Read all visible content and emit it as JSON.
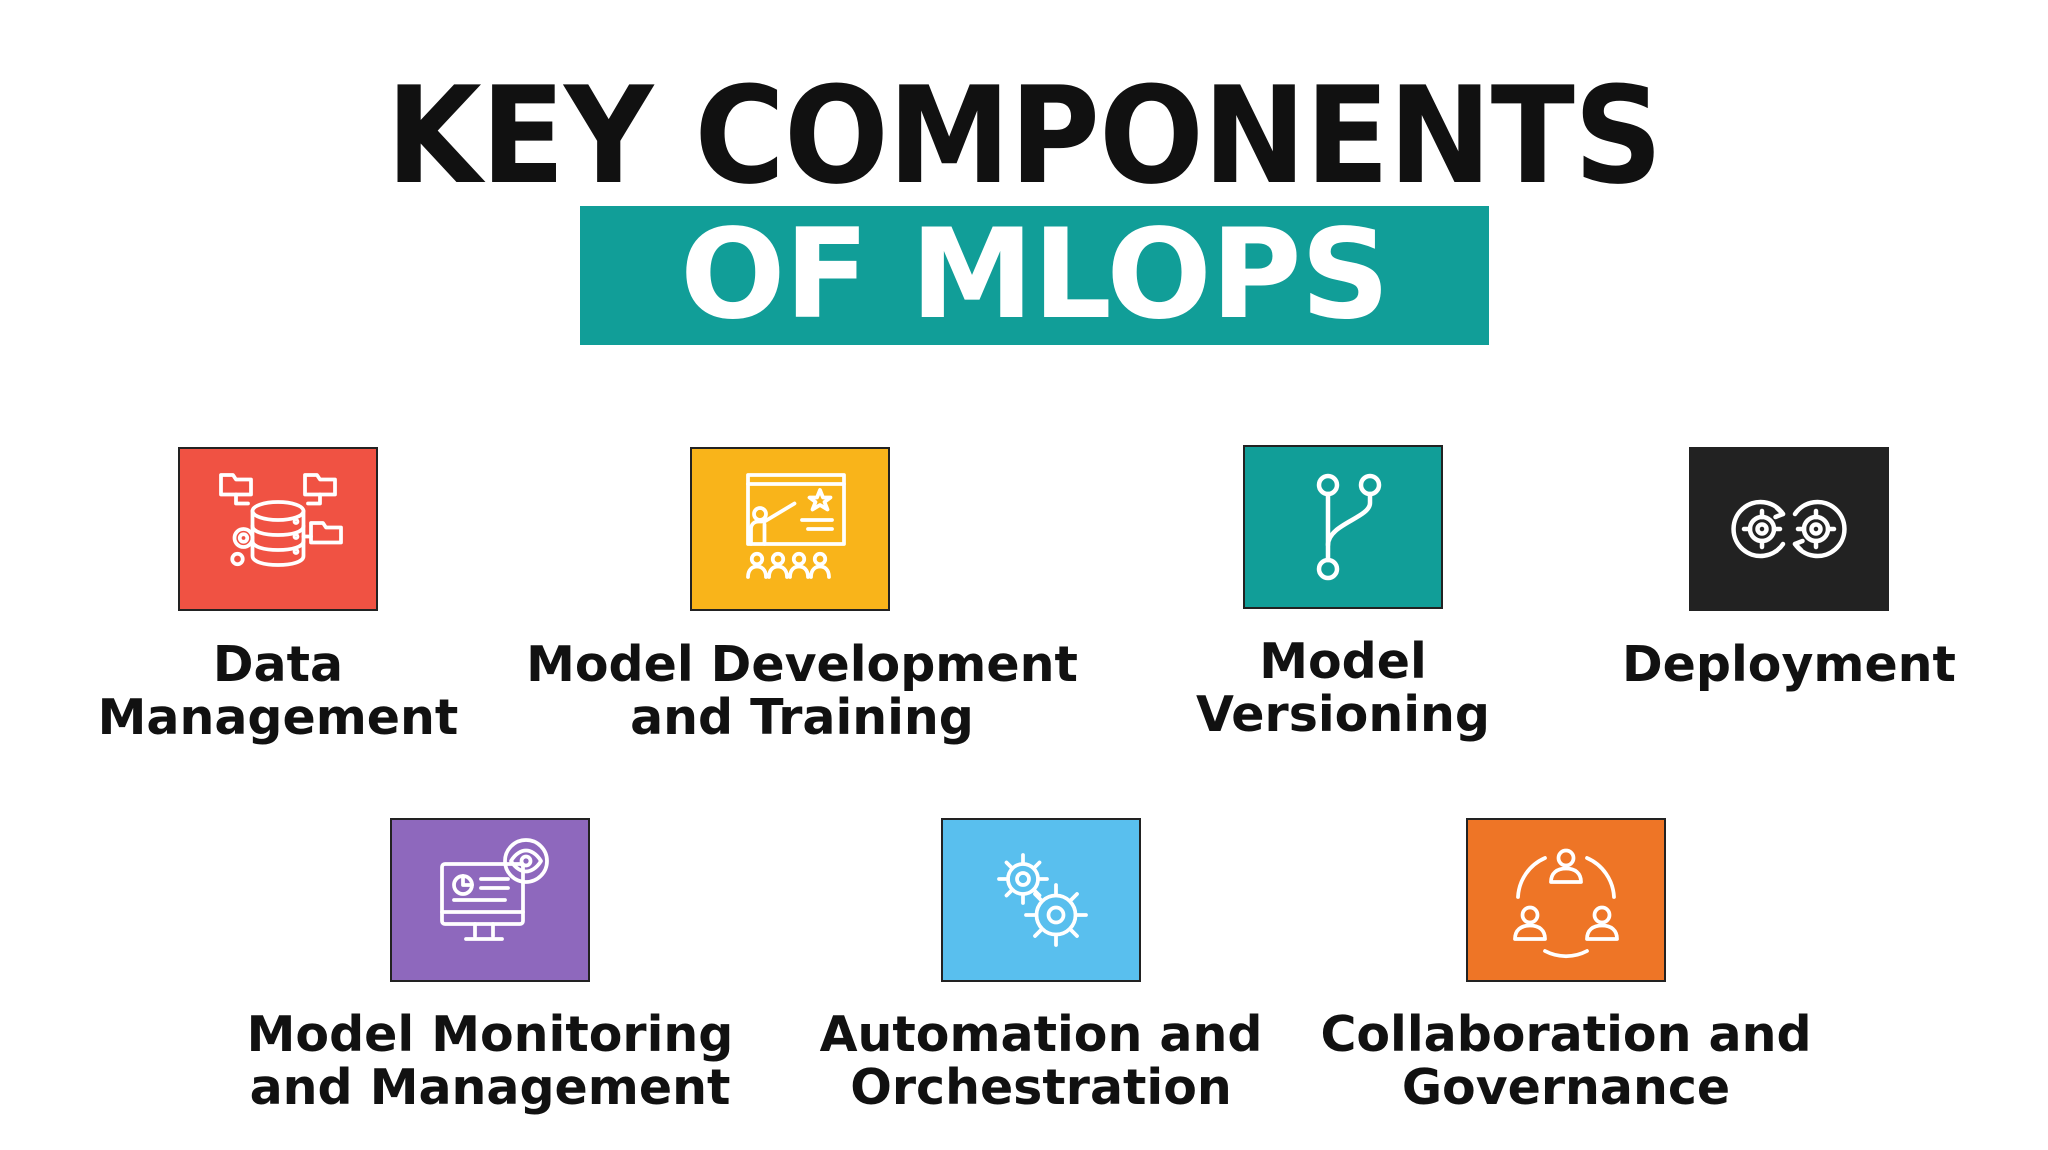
{
  "header": {
    "title": "KEY COMPONENTS",
    "subtitle": "OF MLOPS"
  },
  "colors": {
    "accent": "#119e98",
    "data_management": "#f05243",
    "model_development": "#f9b41a",
    "model_versioning": "#119e98",
    "deployment": "#222222",
    "monitoring": "#8e68bd",
    "automation": "#59bfee",
    "collaboration": "#ee7526"
  },
  "components": [
    {
      "icon": "database-folders-icon",
      "line1": "Data",
      "line2": "Management"
    },
    {
      "icon": "presentation-board-icon",
      "line1": "Model Development",
      "line2": "and Training"
    },
    {
      "icon": "git-branch-icon",
      "line1": "Model",
      "line2": "Versioning"
    },
    {
      "icon": "gears-cycle-icon",
      "line1": "Deployment",
      "line2": ""
    },
    {
      "icon": "monitor-eye-icon",
      "line1": "Model Monitoring",
      "line2": "and Management"
    },
    {
      "icon": "gears-icon",
      "line1": "Automation and",
      "line2": "Orchestration"
    },
    {
      "icon": "team-cycle-icon",
      "line1": "Collaboration and",
      "line2": "Governance"
    }
  ]
}
